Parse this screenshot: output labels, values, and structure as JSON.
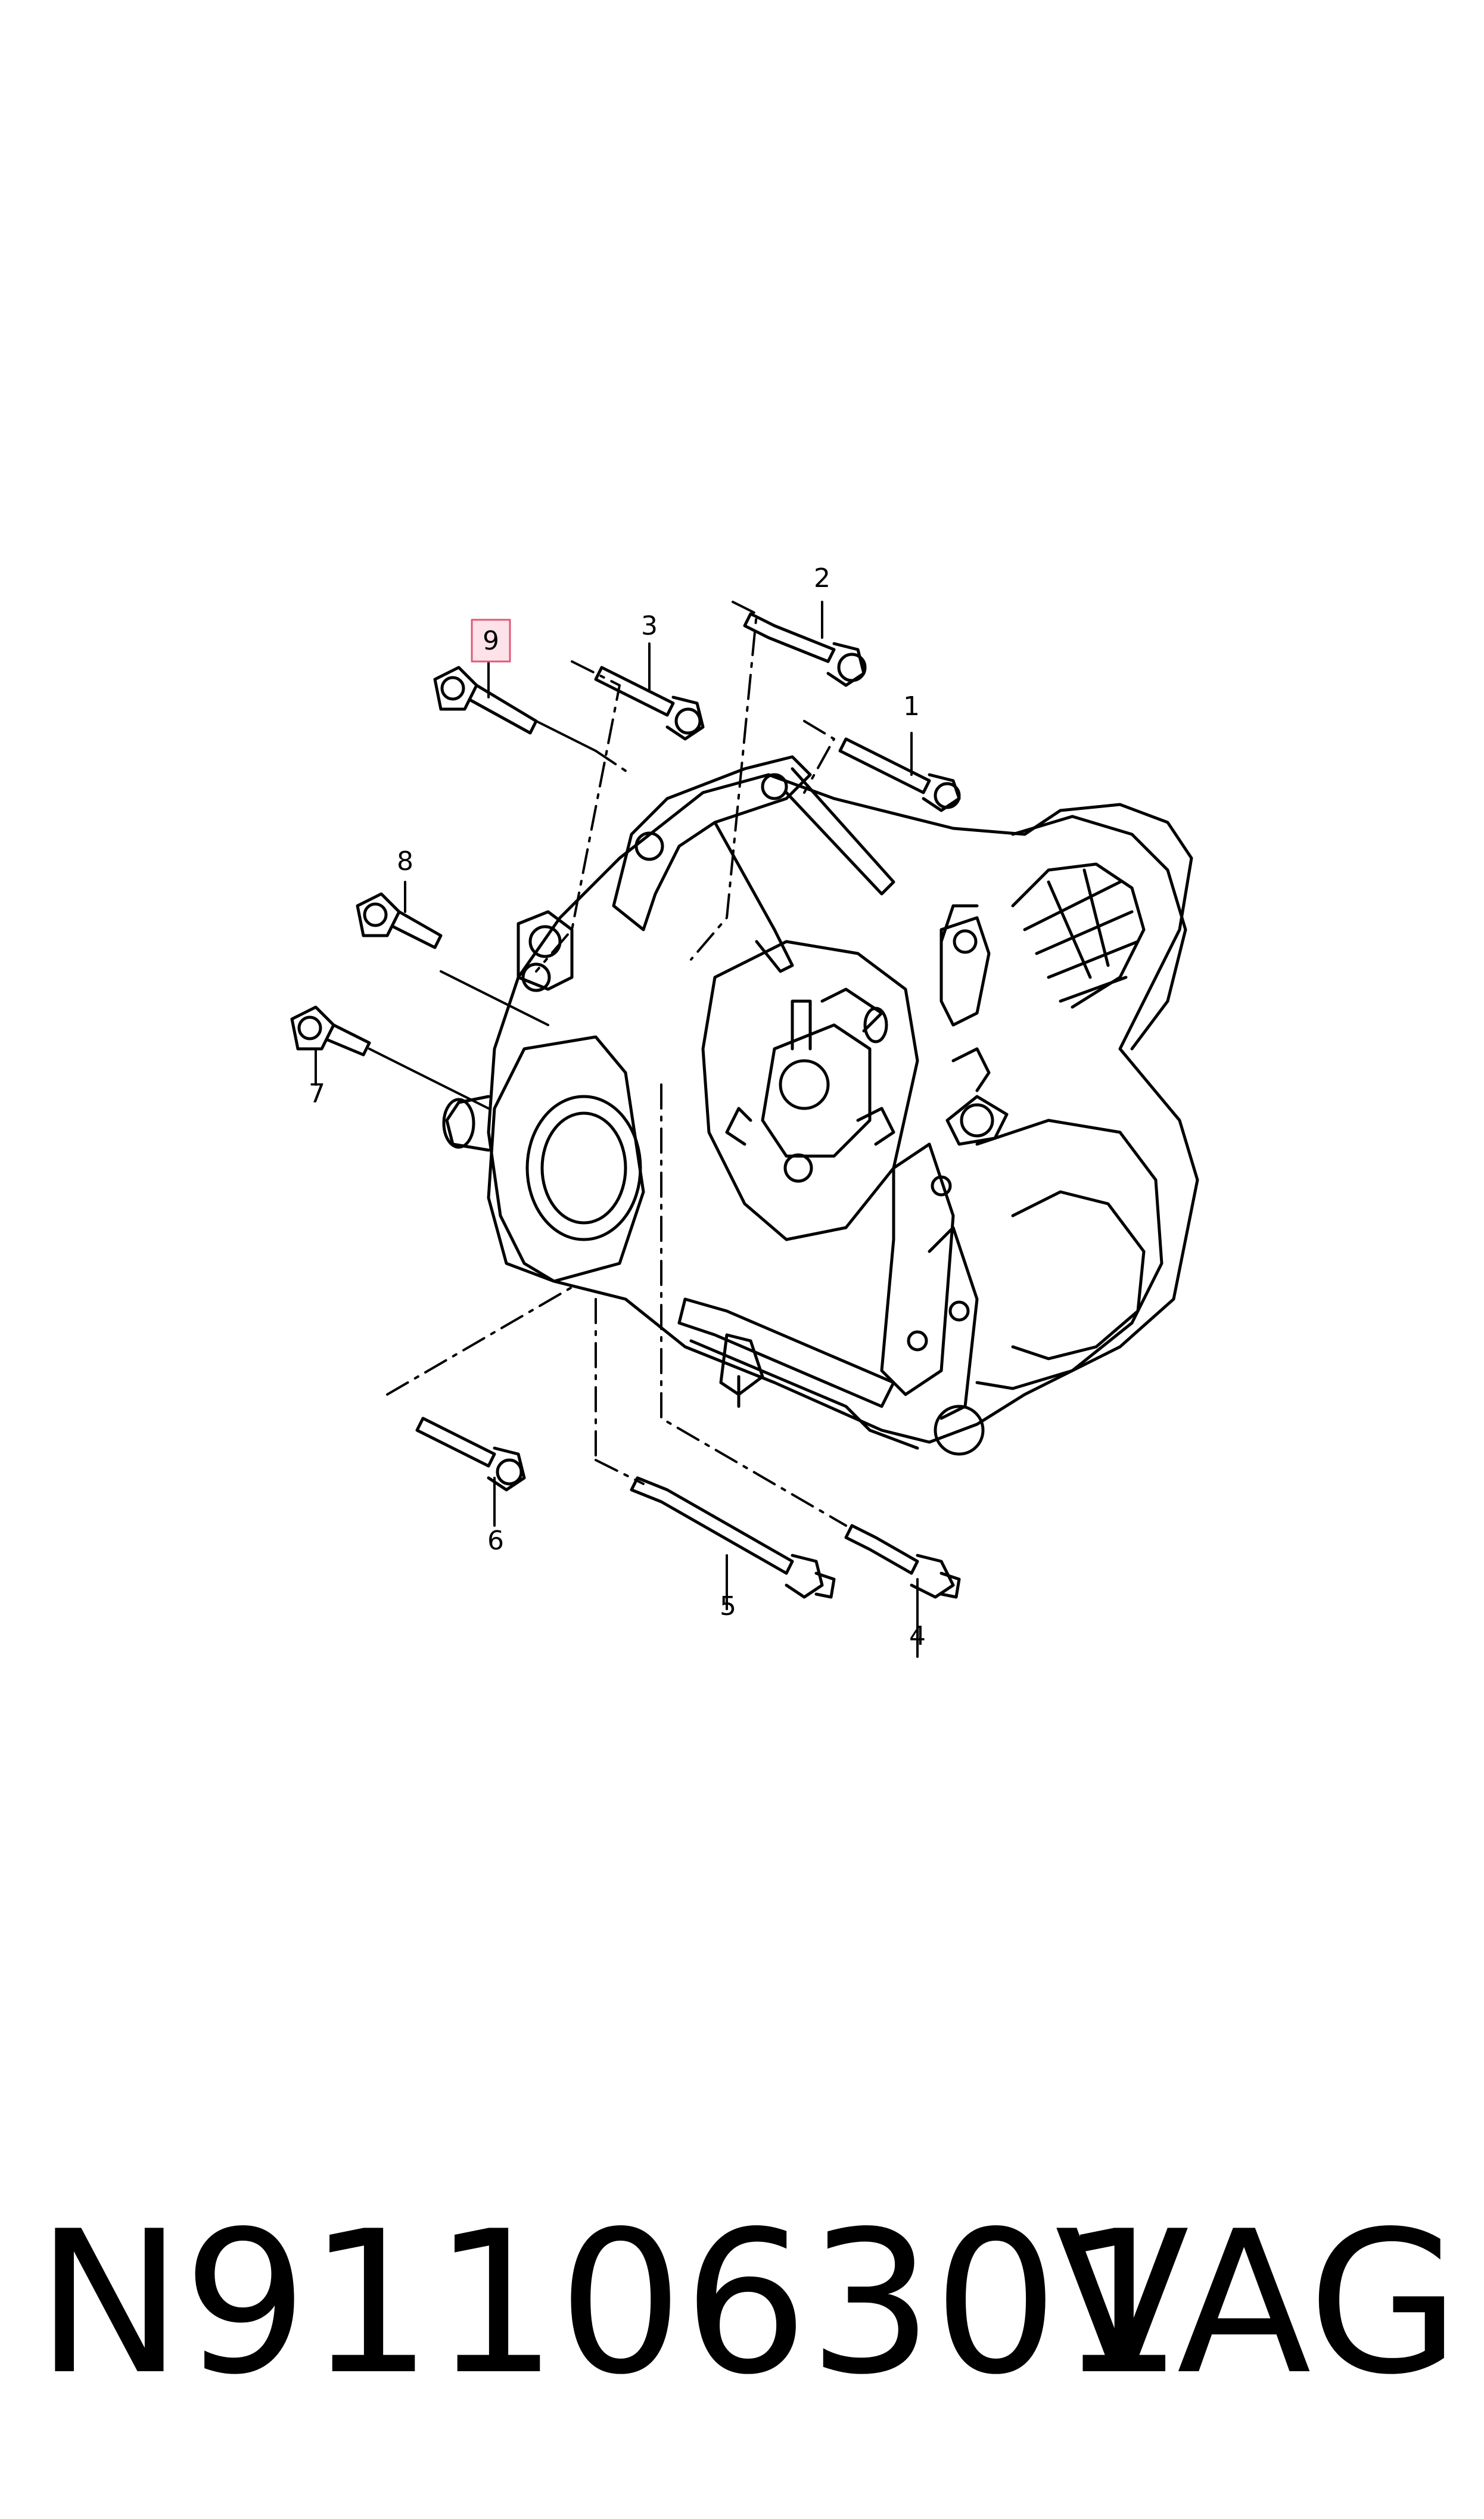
{
  "diagram": {
    "callouts": [
      {
        "label": "1"
      },
      {
        "label": "2"
      },
      {
        "label": "3"
      },
      {
        "label": "4"
      },
      {
        "label": "5"
      },
      {
        "label": "6"
      },
      {
        "label": "7"
      },
      {
        "label": "8"
      },
      {
        "label": "9",
        "highlighted": true
      }
    ],
    "colors": {
      "line": "#000000",
      "highlight_fill": "#fde2ea",
      "highlight_stroke": "#e05a77"
    }
  },
  "footer": {
    "part_number": "N91106301",
    "brand": "VAG"
  }
}
